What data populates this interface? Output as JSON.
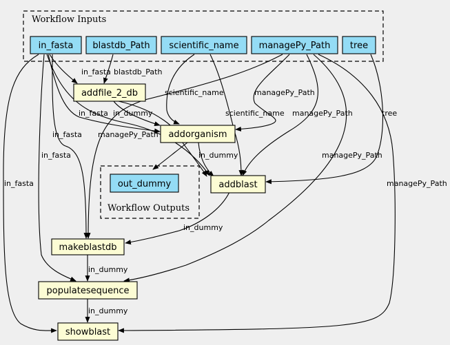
{
  "clusters": {
    "inputs_title": "Workflow Inputs",
    "outputs_title": "Workflow Outputs"
  },
  "inputs": {
    "in_fasta": "in_fasta",
    "blastdb_path": "blastdb_Path",
    "scientific_name": "scientific_name",
    "managepy_path": "managePy_Path",
    "tree": "tree"
  },
  "outputs": {
    "out_dummy": "out_dummy"
  },
  "steps": {
    "addfile_2_db": "addfile_2_db",
    "addorganism": "addorganism",
    "addblast": "addblast",
    "makeblastdb": "makeblastdb",
    "populatesequence": "populatesequence",
    "showblast": "showblast"
  },
  "edge_labels": {
    "in_fasta": "in_fasta",
    "blastdb_path": "blastdb_Path",
    "scientific_name": "scientific_name",
    "managepy_path": "managePy_Path",
    "in_dummy": "in_dummy",
    "tree": "tree"
  },
  "colors": {
    "input_fill": "#94dcf5",
    "step_fill": "#fcfcd4",
    "background": "#efefef"
  }
}
